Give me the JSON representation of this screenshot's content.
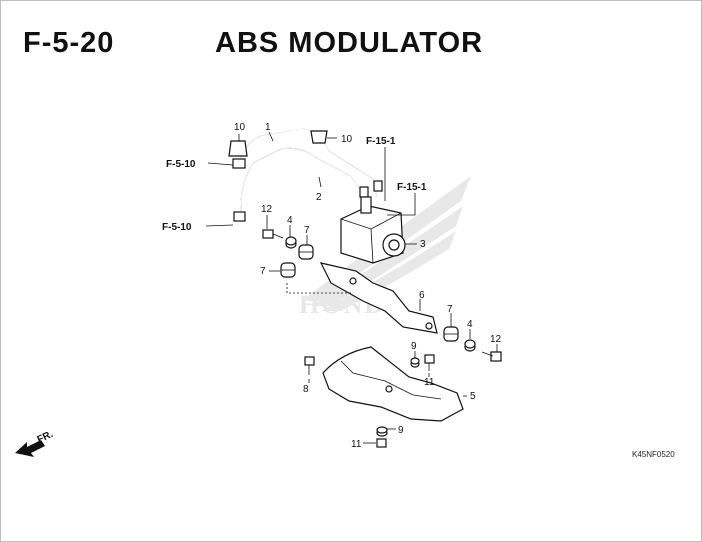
{
  "header": {
    "section_code": "F-5-20",
    "title": "ABS MODULATOR"
  },
  "callouts": {
    "c10a": "10",
    "c1": "1",
    "c10b": "10",
    "c_f151a": "F-15-1",
    "c_f510a": "F-5-10",
    "c2": "2",
    "c_f151b": "F-15-1",
    "c_f510b": "F-5-10",
    "c12a": "12",
    "c4a": "4",
    "c7a": "7",
    "c3": "3",
    "c7b": "7",
    "c6": "6",
    "c7c": "7",
    "c4b": "4",
    "c12b": "12",
    "c9a": "9",
    "c8": "8",
    "c11a": "11",
    "c5": "5",
    "c11b": "11",
    "c9b": "9"
  },
  "direction_label": "FR.",
  "watermark_text": "HONDA",
  "diagram_code": "K45NF0520",
  "icons": {
    "direction": "front-arrow-icon",
    "watermark": "honda-wing-logo"
  }
}
